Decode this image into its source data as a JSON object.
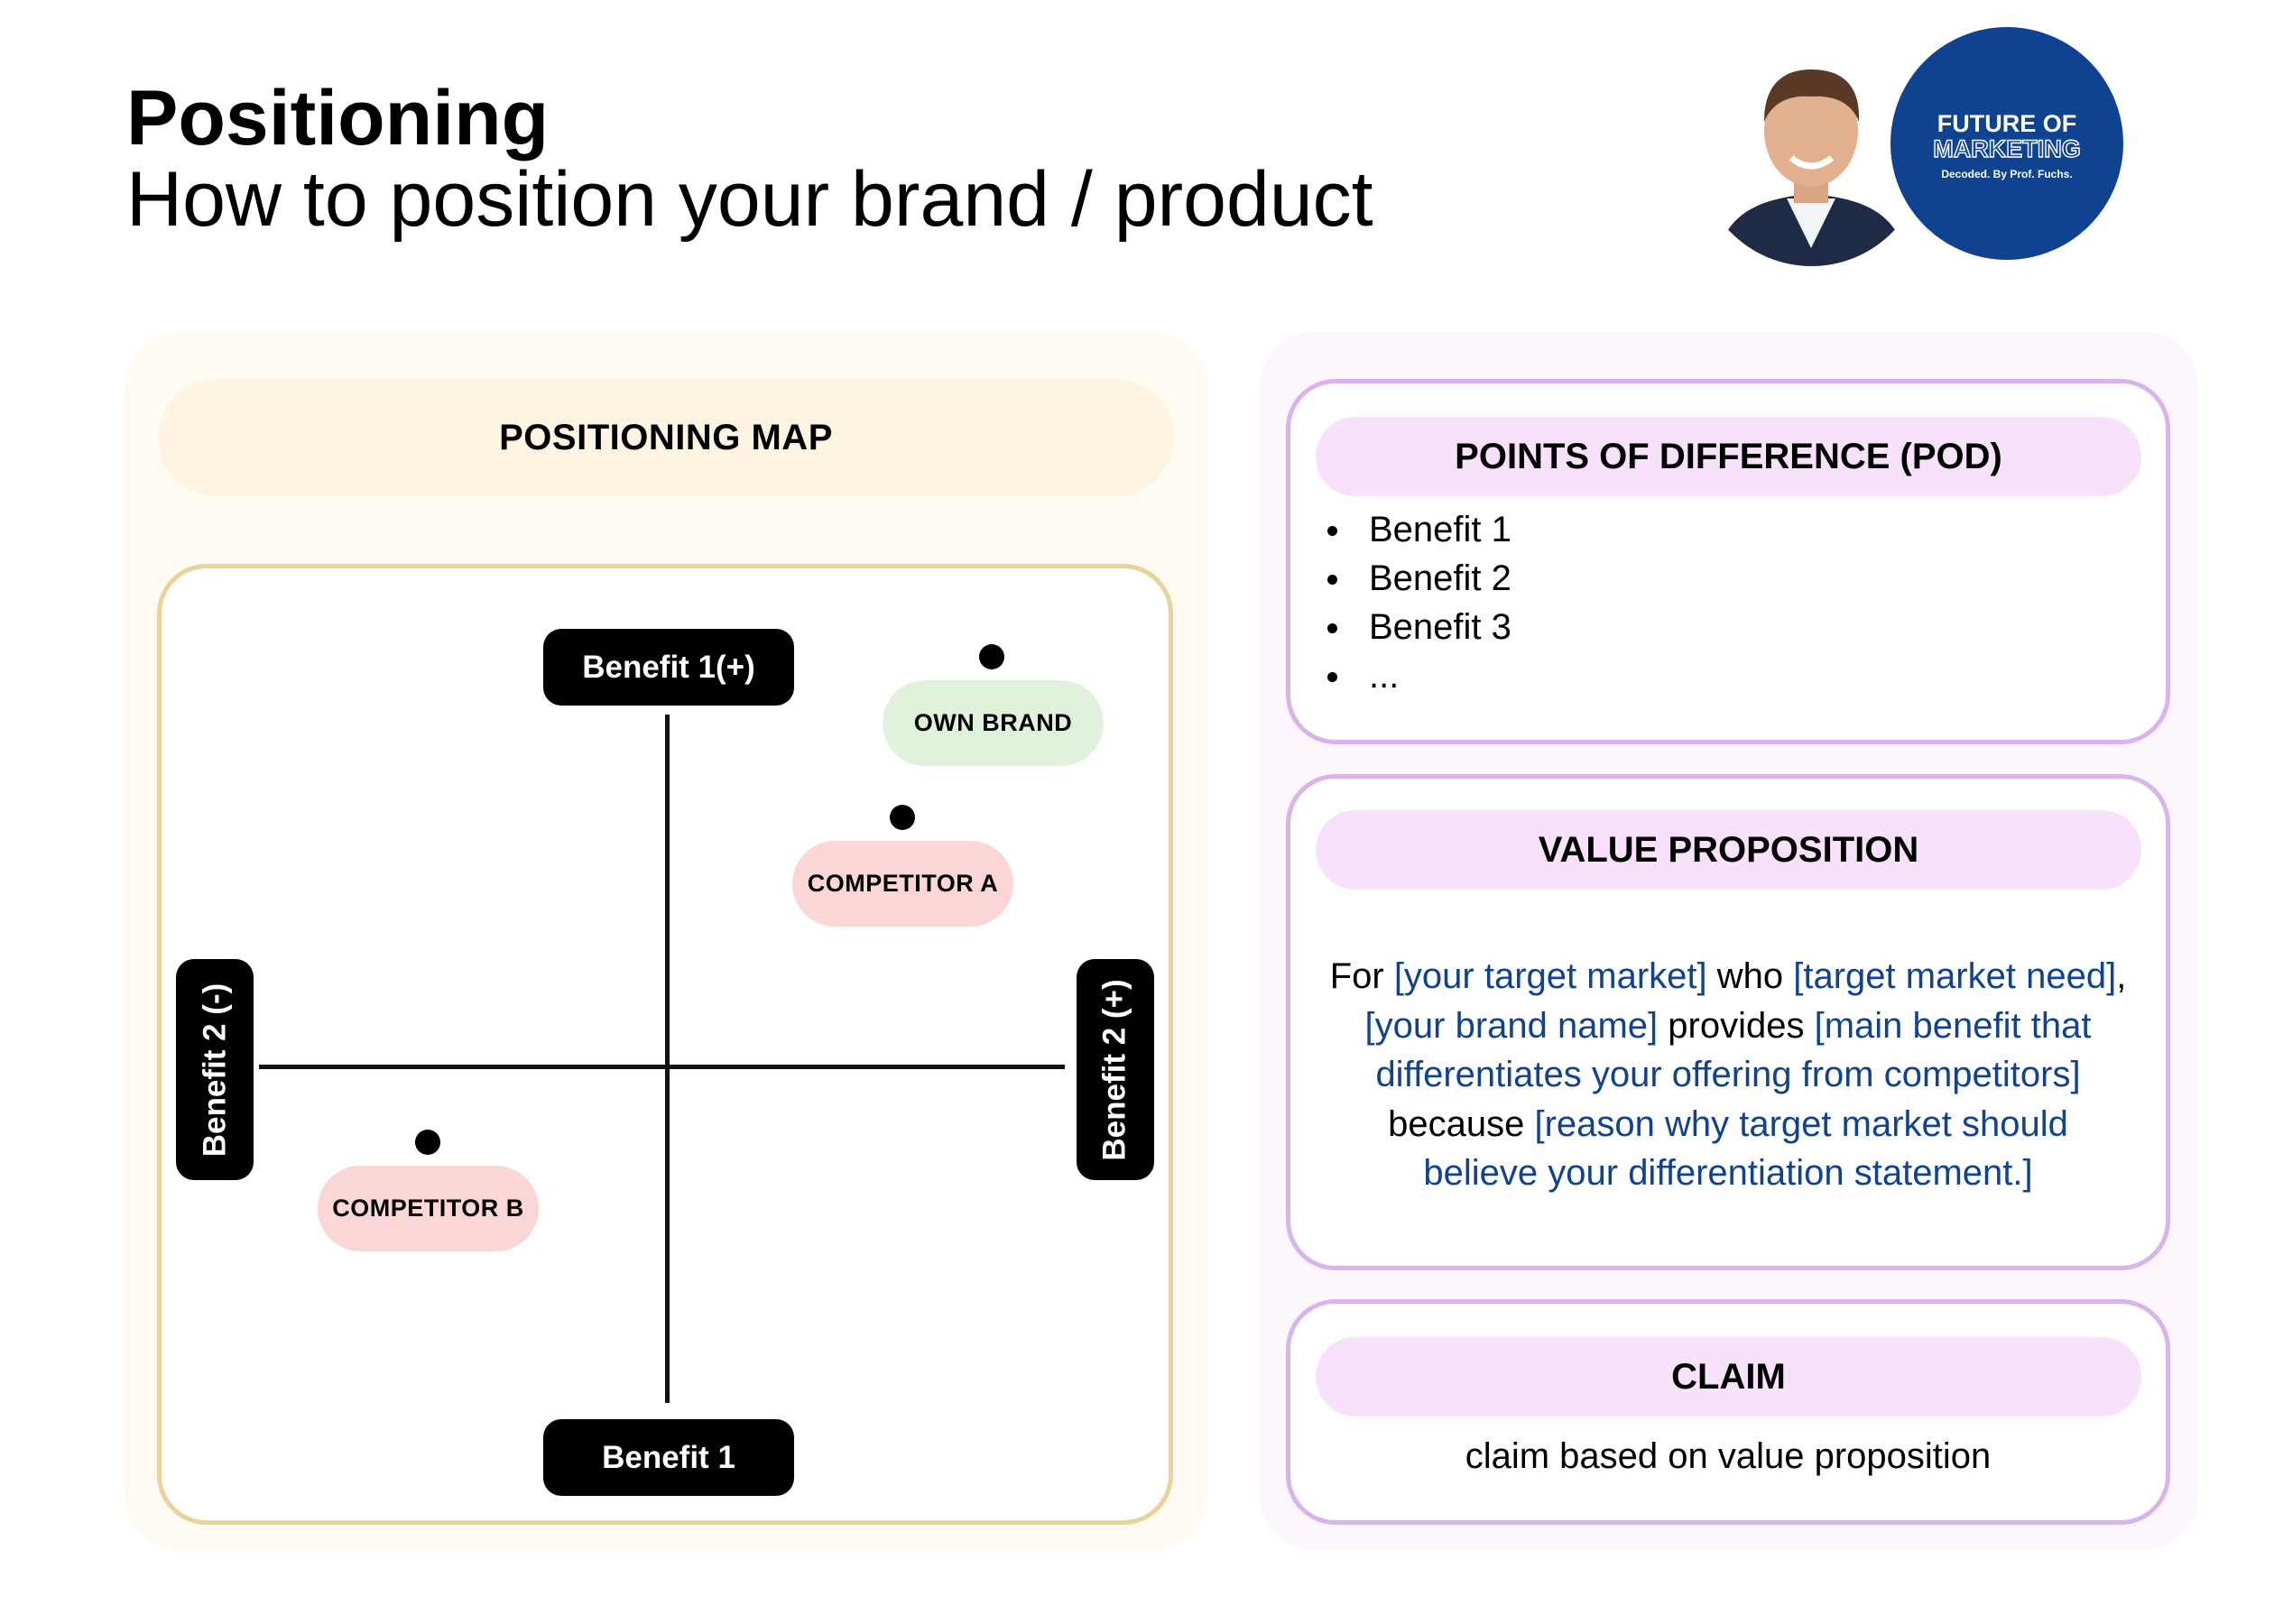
{
  "header": {
    "title": "Positioning",
    "subtitle": "How to position your brand / product"
  },
  "brand_badge": {
    "line1": "FUTURE OF",
    "line2": "MARKETING",
    "line3": "Decoded. By Prof. Fuchs.",
    "color": "#0f4392"
  },
  "positioning_map": {
    "title": "POSITIONING MAP",
    "axis_top": "Benefit 1(+)",
    "axis_bottom": "Benefit 1",
    "axis_left": "Benefit 2 (-)",
    "axis_right": "Benefit 2 (+)",
    "markers": [
      {
        "label": "OWN BRAND",
        "color": "#e0f2db"
      },
      {
        "label": "COMPETITOR A",
        "color": "#fbd6d6"
      },
      {
        "label": "COMPETITOR B",
        "color": "#fbd6d6"
      }
    ]
  },
  "pod": {
    "title": "POINTS OF DIFFERENCE (POD)",
    "items": [
      "Benefit 1",
      "Benefit 2",
      "Benefit 3",
      "..."
    ]
  },
  "value_proposition": {
    "title": "VALUE PROPOSITION",
    "w1": "For ",
    "p1": "[your target market]",
    "w2": " who ",
    "p2": "[target market need]",
    "w3": ", ",
    "p3": "[your brand name]",
    "w4": " provides ",
    "p4a": "[main benefit that",
    "p4b": "differentiates your offering from competitors]",
    "w5": "because ",
    "p5a": "[reason why target market should",
    "p5b": "believe your differentiation statement.]",
    "placeholder_color": "#0f4392"
  },
  "claim": {
    "title": "CLAIM",
    "text": "claim based on value proposition"
  }
}
